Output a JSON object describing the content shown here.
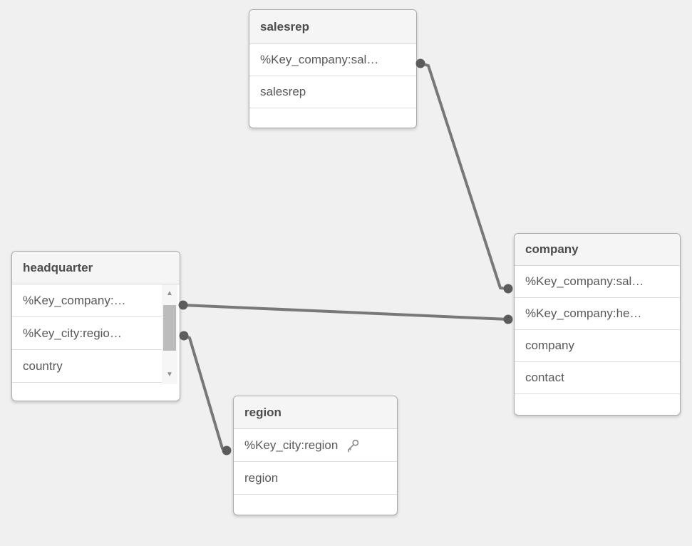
{
  "app": {
    "view_name": "data-model-viewer"
  },
  "colors": {
    "canvas_background": "#f0f0f0",
    "table_background": "#ffffff",
    "table_header_background": "#f5f5f5",
    "table_border": "#ababab",
    "row_separator": "#dcdcdc",
    "header_text": "#4c4c4c",
    "row_text": "#595959",
    "connector_line": "#787878",
    "connector_dot": "#5c5c5c",
    "scrollbar_thumb": "#bcbcbc"
  },
  "icons": {
    "scroll_up": "▲",
    "scroll_down": "▼",
    "key": "key-icon"
  },
  "tables": [
    {
      "title": "salesrep",
      "fields": [
        {
          "label": "%Key_company:sal…",
          "key": false
        },
        {
          "label": "salesrep",
          "key": false
        }
      ]
    },
    {
      "title": "company",
      "fields": [
        {
          "label": "%Key_company:sal…",
          "key": false
        },
        {
          "label": "%Key_company:he…",
          "key": false
        },
        {
          "label": "company",
          "key": false
        },
        {
          "label": "contact",
          "key": false
        }
      ]
    },
    {
      "title": "headquarter",
      "has_scrollbar": true,
      "fields": [
        {
          "label": "%Key_company:…",
          "key": false
        },
        {
          "label": "%Key_city:regio…",
          "key": false
        },
        {
          "label": "country",
          "key": false
        }
      ]
    },
    {
      "title": "region",
      "fields": [
        {
          "label": "%Key_city:region",
          "key": true
        },
        {
          "label": "region",
          "key": false
        }
      ]
    }
  ],
  "connections": [
    {
      "from_table": "salesrep",
      "from_field": "%Key_company:sal…",
      "to_table": "company",
      "to_field": "%Key_company:sal…"
    },
    {
      "from_table": "headquarter",
      "from_field": "%Key_company:…",
      "to_table": "company",
      "to_field": "%Key_company:he…"
    },
    {
      "from_table": "headquarter",
      "from_field": "%Key_city:regio…",
      "to_table": "region",
      "to_field": "%Key_city:region"
    }
  ]
}
